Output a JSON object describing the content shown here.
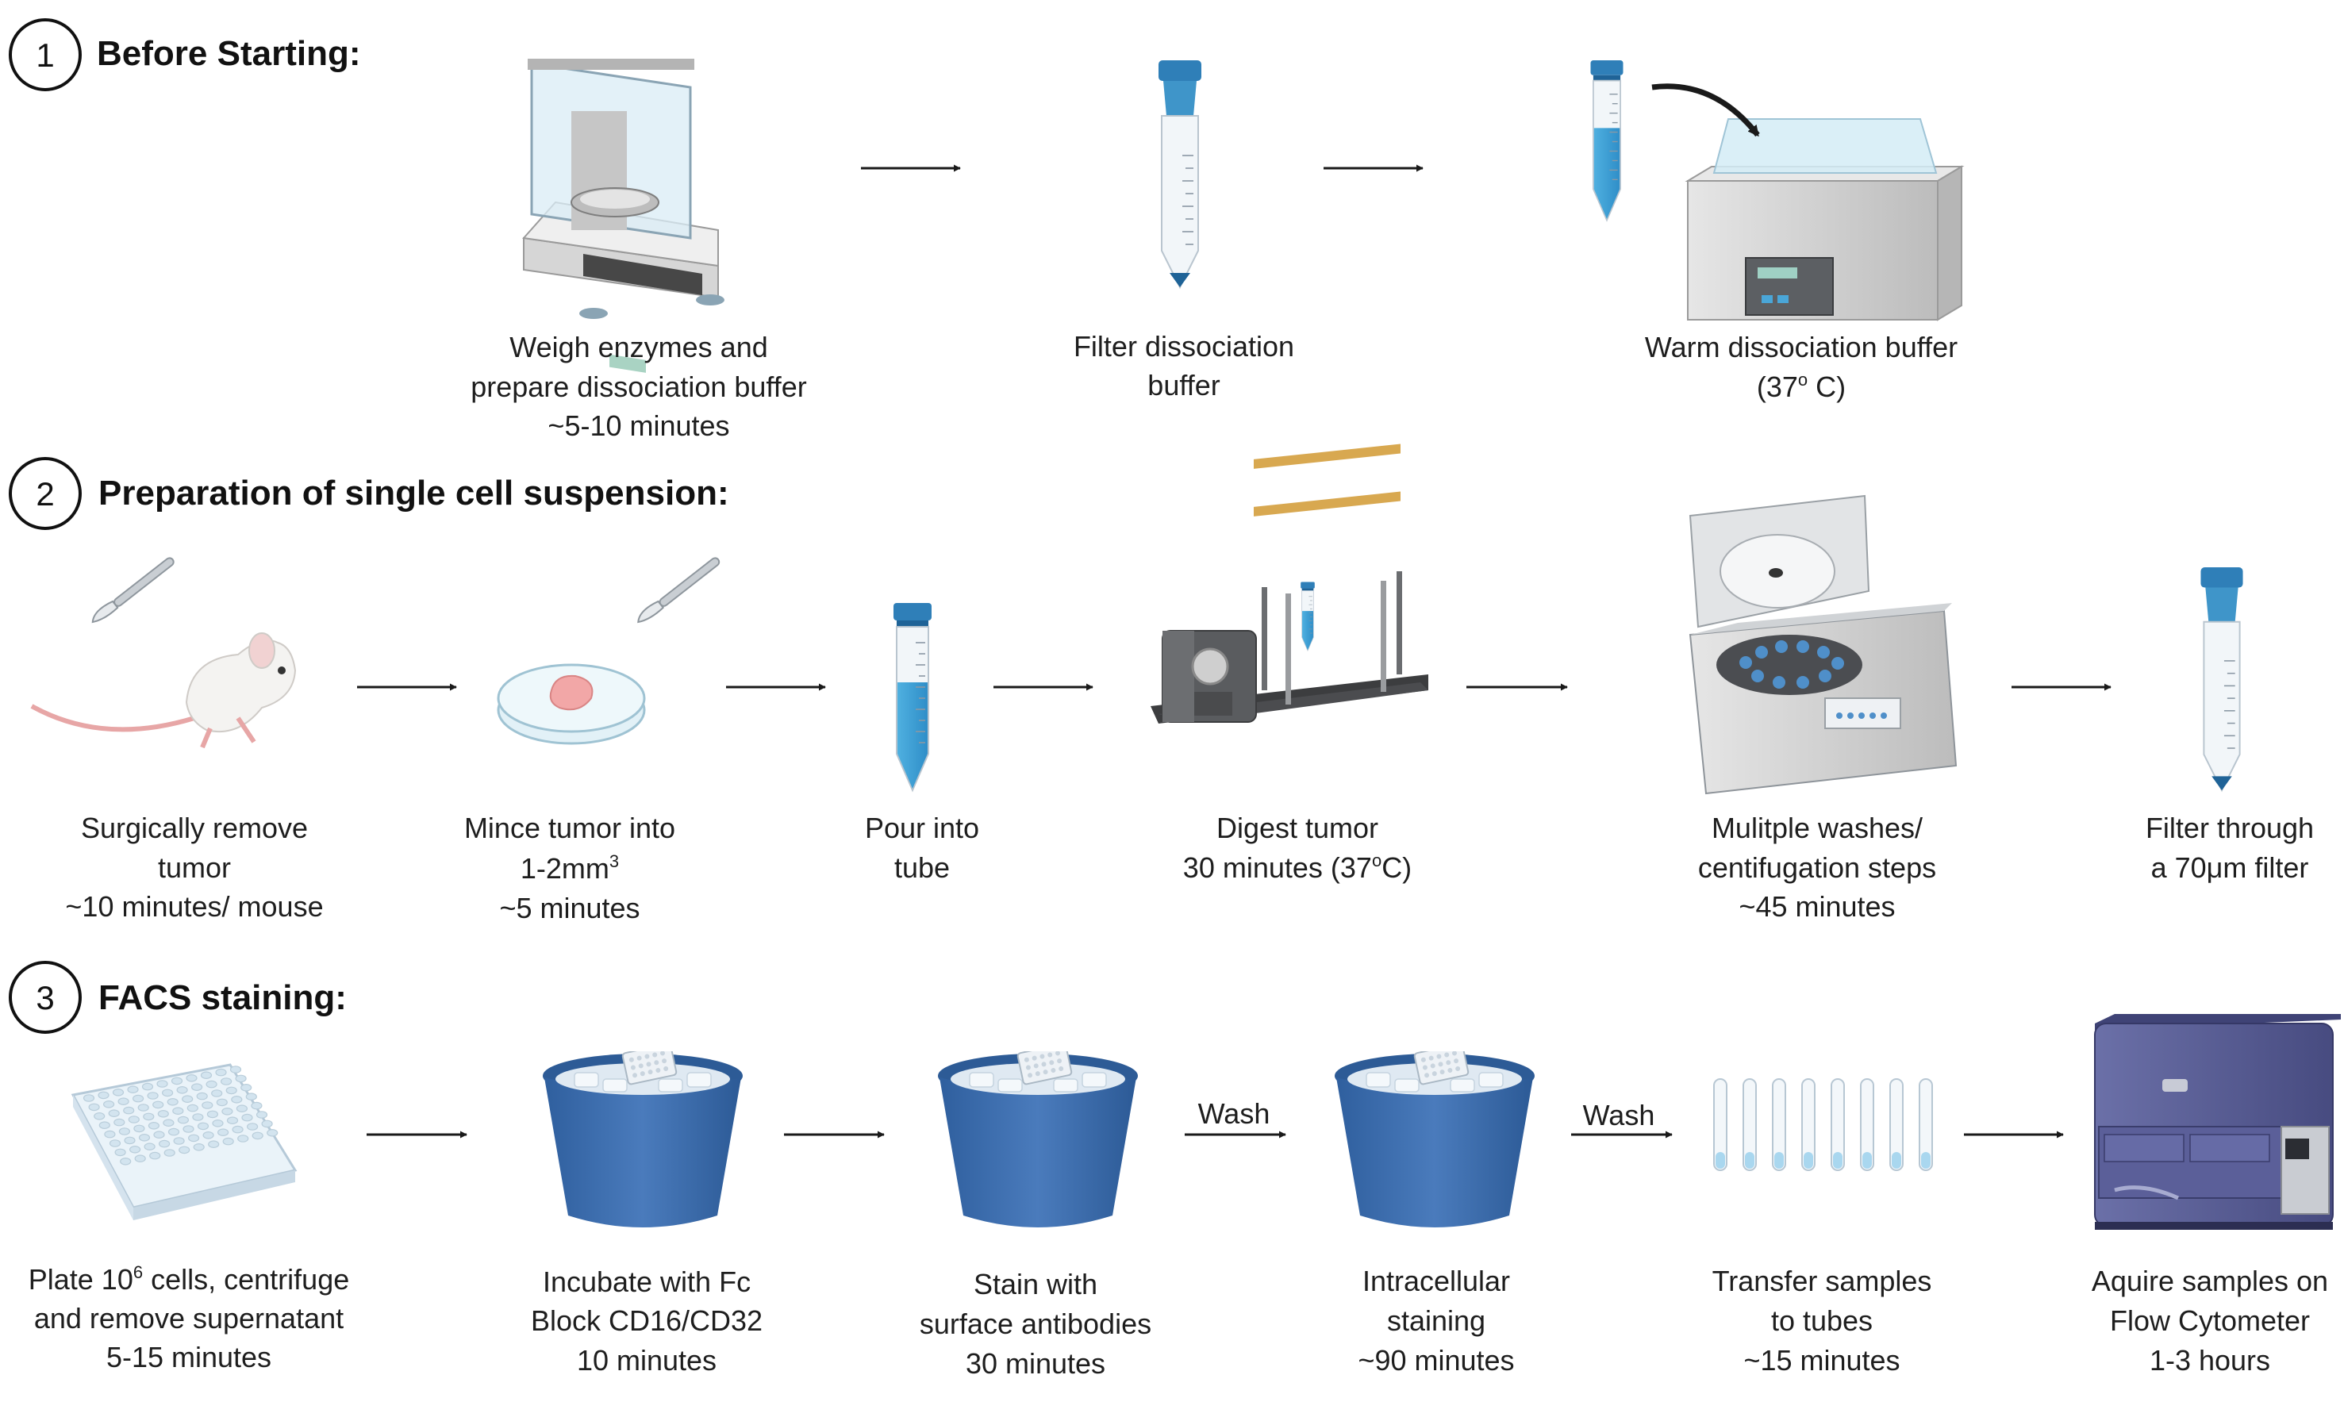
{
  "sections": [
    {
      "number": "1",
      "title": "Before Starting:"
    },
    {
      "number": "2",
      "title": "Preparation of single cell suspension:"
    },
    {
      "number": "3",
      "title": "FACS staining:"
    }
  ],
  "steps": {
    "weigh": [
      "Weigh enzymes and",
      "prepare dissociation buffer",
      "~5-10 minutes"
    ],
    "filter_buffer": [
      "Filter dissociation",
      "buffer"
    ],
    "warm_buffer": [
      "Warm dissociation buffer",
      "(37",
      "o",
      " C)"
    ],
    "remove_tumor": [
      "Surgically remove",
      "tumor",
      "~10 minutes/ mouse"
    ],
    "mince_tumor": [
      "Mince tumor  into",
      "1-2mm",
      "3",
      "~5 minutes"
    ],
    "pour_tube": [
      "Pour into",
      "tube"
    ],
    "digest_tumor": [
      "Digest tumor",
      "30 minutes (37",
      "o",
      "C)"
    ],
    "washes": [
      "Mulitple washes/",
      "centifugation steps",
      "~45 minutes"
    ],
    "filter_70": [
      "Filter through",
      "a 70μm filter"
    ],
    "plate_cells": [
      "Plate 10",
      "6",
      " cells, centrifuge",
      "and remove supernatant",
      "5-15 minutes"
    ],
    "fc_block": [
      "Incubate with Fc",
      "Block CD16/CD32",
      "10 minutes"
    ],
    "surface_stain": [
      "Stain with",
      "surface antibodies",
      "30 minutes"
    ],
    "intracellular": [
      "Intracellular",
      "staining",
      "~90 minutes"
    ],
    "transfer_tubes": [
      "Transfer samples",
      "to tubes",
      "~15 minutes"
    ],
    "acquire": [
      "Aquire samples on",
      "Flow Cytometer",
      "1-3 hours"
    ]
  },
  "arrow_labels": {
    "wash_1": "Wash",
    "wash_2": "Wash"
  },
  "colors": {
    "tube_blue": "#2f7fb8",
    "liquid_blue": "#4fb0e0",
    "bucket_blue": "#3b6aa8",
    "cytometer_purple": "#5a5f96",
    "device_gray": "#d8d8d8",
    "arrow": "#1a1a1a"
  },
  "icons": [
    "balance-icon",
    "filter-tube-icon",
    "water-bath-icon",
    "mouse-icon",
    "scalpel-icon",
    "petri-dish-icon",
    "conical-tube-icon",
    "digester-icon",
    "centrifuge-icon",
    "well-plate-icon",
    "ice-bucket-icon",
    "test-tubes-icon",
    "flow-cytometer-icon"
  ]
}
